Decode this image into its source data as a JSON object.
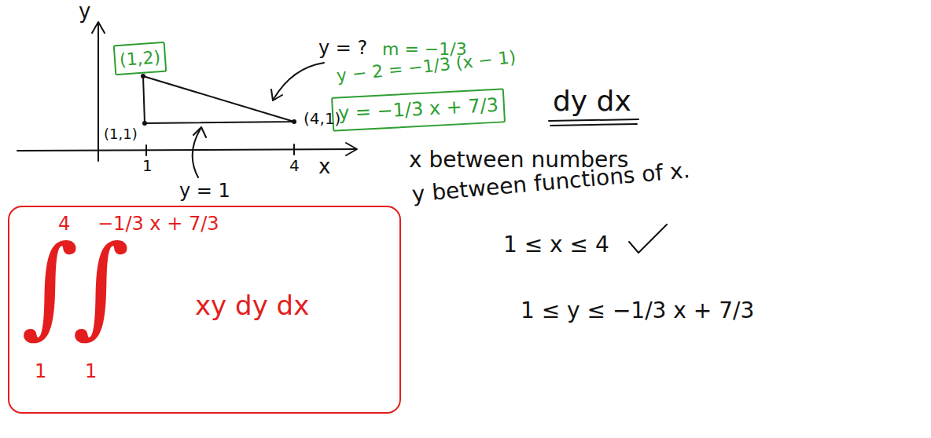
{
  "diagram": {
    "nodes": [
      {
        "text": [
          "(1,2)"
        ]
      },
      {
        "text": [
          "y = −1/3 x + 7/3"
        ]
      },
      {
        "text": [
          "∫",
          "4",
          "1",
          "∫",
          "−1/3 x + 7/3",
          "1",
          "xy dy dx"
        ]
      }
    ],
    "labels": [
      "y",
      "x",
      "1",
      "4",
      "(1,1)",
      "(4,1)",
      "y = ?",
      "m = −1/3",
      "y − 2 = −1/3 (x − 1)",
      "y = 1",
      "dy dx",
      "x between numbers",
      "y between functions of x.",
      "1 ≤ x ≤ 4",
      "1 ≤ y ≤ −1/3 x + 7/3"
    ]
  }
}
